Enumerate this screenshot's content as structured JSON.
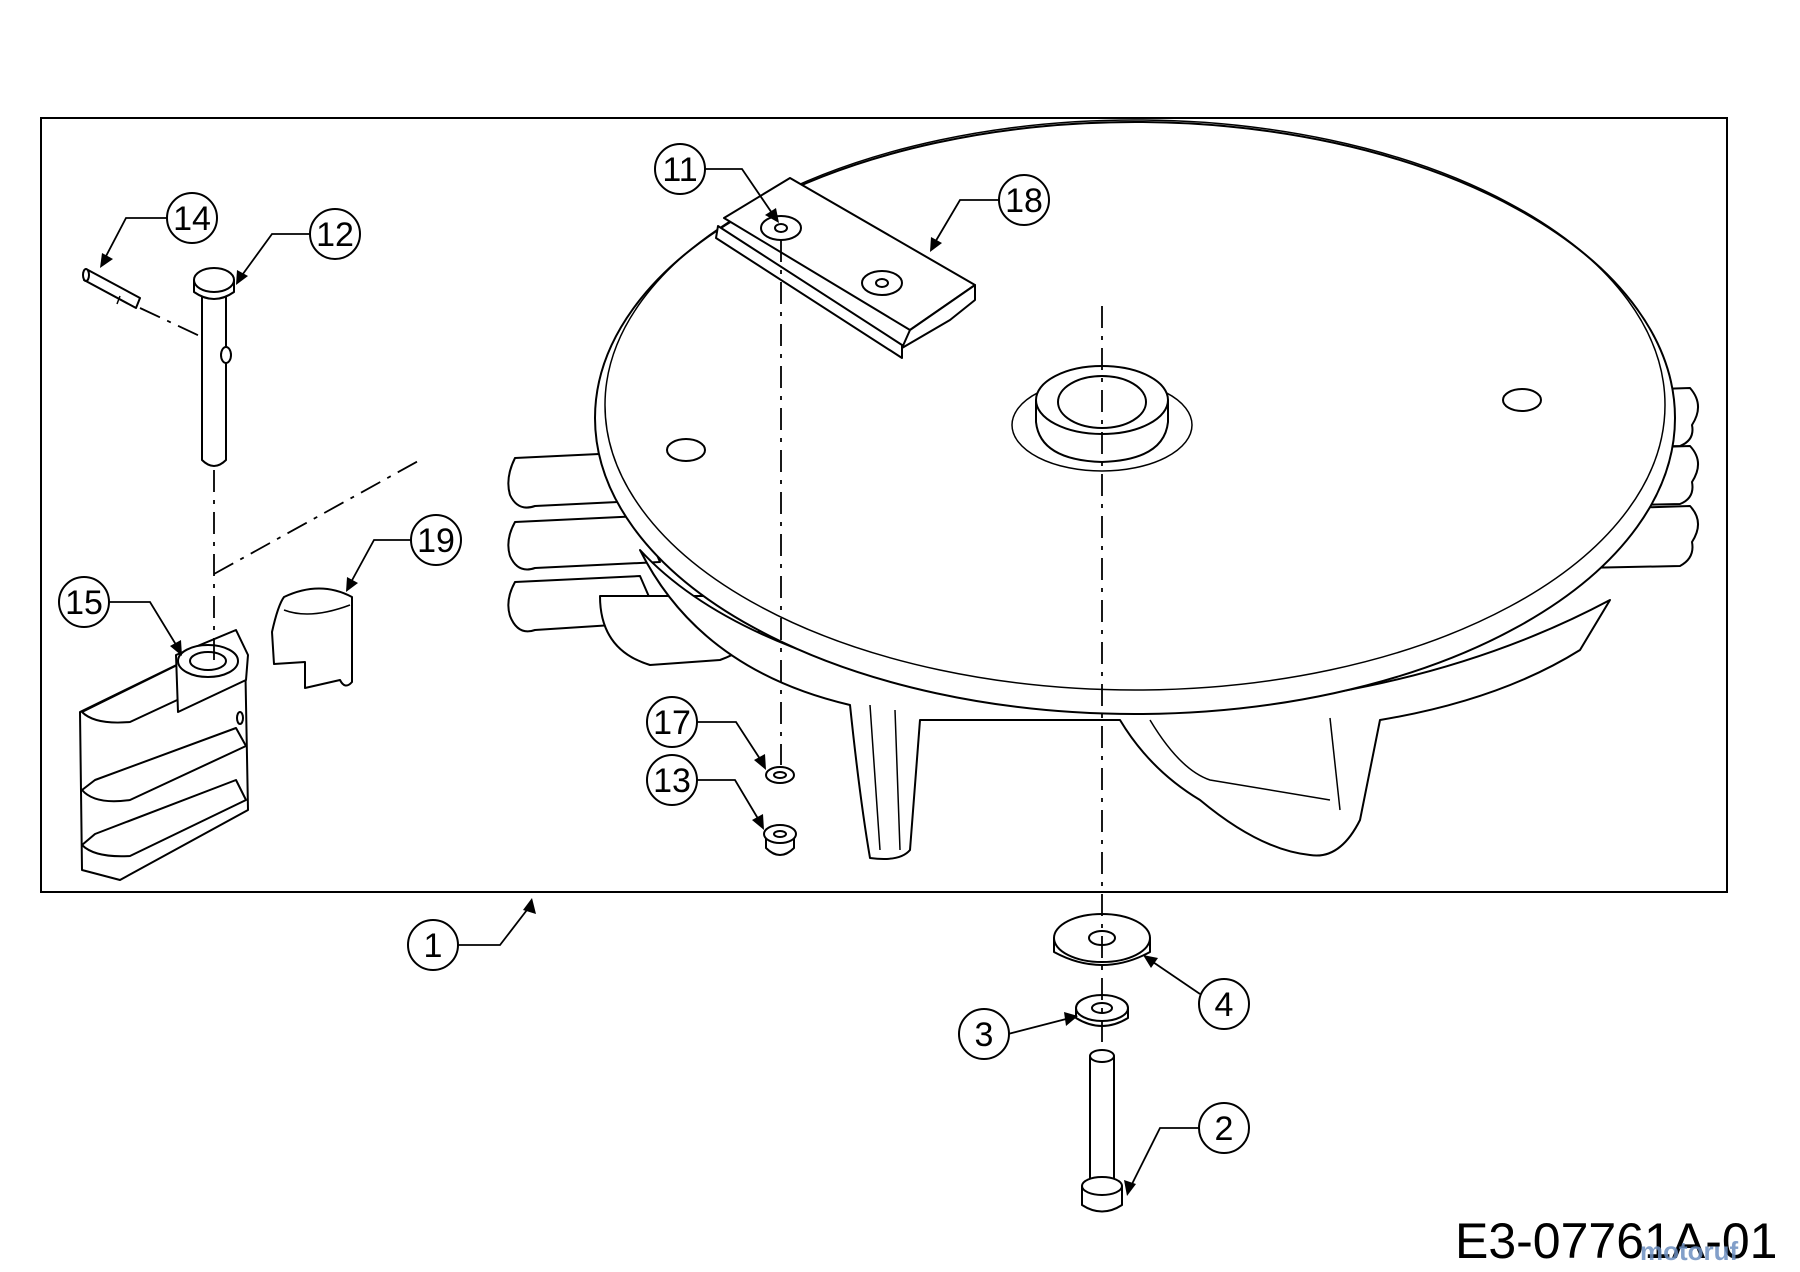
{
  "diagram": {
    "drawing_number": "E3-07761A-01",
    "watermark": "motoruf",
    "callouts": [
      {
        "id": "1",
        "label": "1"
      },
      {
        "id": "2",
        "label": "2"
      },
      {
        "id": "3",
        "label": "3"
      },
      {
        "id": "4",
        "label": "4"
      },
      {
        "id": "11",
        "label": "11"
      },
      {
        "id": "12",
        "label": "12"
      },
      {
        "id": "13",
        "label": "13"
      },
      {
        "id": "14",
        "label": "14"
      },
      {
        "id": "15",
        "label": "15"
      },
      {
        "id": "17",
        "label": "17"
      },
      {
        "id": "18",
        "label": "18"
      },
      {
        "id": "19",
        "label": "19"
      }
    ]
  }
}
